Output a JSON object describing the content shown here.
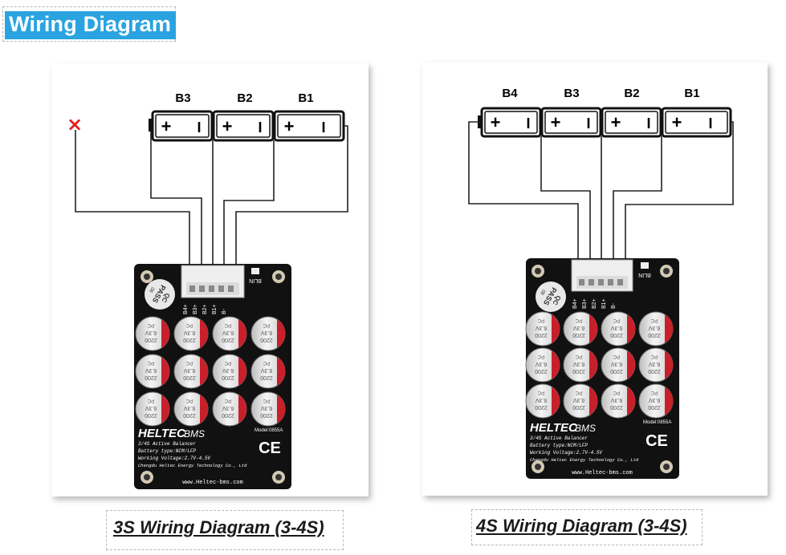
{
  "header": {
    "title": "Wiring Diagram"
  },
  "colors": {
    "title_bg": "#2aa3e0",
    "title_text": "#ffffff",
    "wire": "#222222",
    "board": "#111111",
    "cap_red": "#c8202a",
    "marker": "#e02020"
  },
  "diagrams": [
    {
      "caption": "3S Wiring Diagram (3-4S)",
      "batteries": [
        {
          "label": "B3",
          "plus": "+",
          "minus": "I"
        },
        {
          "label": "B2",
          "plus": "+",
          "minus": "I"
        },
        {
          "label": "B1",
          "plus": "+",
          "minus": "I"
        }
      ],
      "marker": "×"
    },
    {
      "caption": "4S Wiring Diagram (3-4S)",
      "batteries": [
        {
          "label": "B4",
          "plus": "+",
          "minus": "I"
        },
        {
          "label": "B3",
          "plus": "+",
          "minus": "I"
        },
        {
          "label": "B2",
          "plus": "+",
          "minus": "I"
        },
        {
          "label": "B1",
          "plus": "+",
          "minus": "I"
        }
      ]
    }
  ],
  "board": {
    "pin_labels": [
      "B4+",
      "B3+",
      "B2+",
      "B1+",
      "B-"
    ],
    "connector_label": "BLIN",
    "qc_sticker": {
      "line1": "QC",
      "line2": "PASS",
      "line3": "08"
    },
    "capacitor": {
      "value": "2200",
      "voltage": "6.3V",
      "brand": "PC"
    },
    "brand": "HELTEC",
    "brand_suffix": "BMS",
    "model": "Model:0855A",
    "specs": [
      "3/4S Active Balancer",
      "Battery type:NCM/LFP",
      "Working Voltage:2.7V-4.5V",
      "Chengdu Heltec Energy Technology Co., Ltd"
    ],
    "ce_mark": "CE",
    "website": "www.Heltec-bms.com"
  }
}
